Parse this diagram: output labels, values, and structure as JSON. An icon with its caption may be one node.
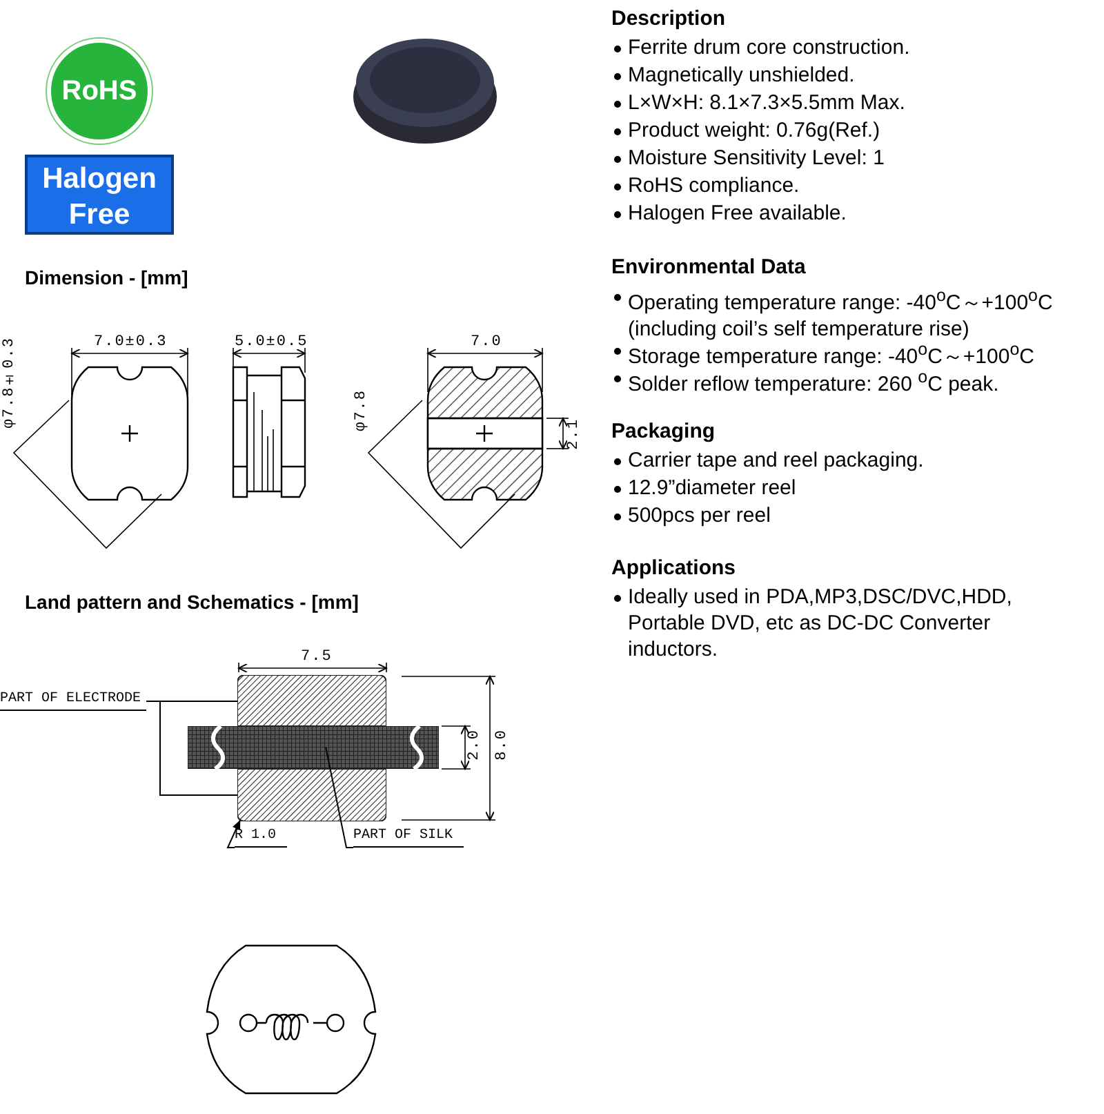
{
  "diagram": {
    "nodes": [
      {
        "text": [
          "RoHS"
        ]
      },
      {
        "text": [
          "Halogen Free"
        ]
      },
      {
        "text": [],
        "shape": "picture"
      },
      {
        "text": [
          "PART OF ELECTRODE"
        ]
      },
      {
        "text": [],
        "shape": "box"
      },
      {
        "text": [],
        "shape": "box"
      },
      {
        "text": [
          "PART OF SILK"
        ]
      },
      {
        "text": [],
        "shape": "bar"
      },
      {
        "text": [
          "R 1.0"
        ]
      }
    ],
    "edges": [
      {
        "from": 3,
        "to": 4,
        "arrow": "none"
      },
      {
        "from": 3,
        "to": 5,
        "arrow": "none"
      },
      {
        "from": 6,
        "to": 7,
        "arrow": "none"
      },
      {
        "from": 8,
        "to": 5,
        "arrow": "to"
      }
    ],
    "labels": [
      "Description",
      "Ferrite drum core construction.",
      "Magnetically unshielded.",
      "L×W×H: 8.1×7.3×5.5mm Max.",
      "Product weight: 0.76g(Ref.)",
      "Moisture Sensitivity Level: 1",
      "RoHS compliance.",
      "Halogen Free available.",
      "Dimension -  [mm]",
      "Environmental Data",
      "Operating temperature range: -40$^{o}$C～+100$^{o}$C (including coil’s self temperature rise)",
      "Storage temperature range: -40$^{o}$C～+100$^{o}$C",
      "Solder reflow temperature: 260 $^{o}$C peak.",
      "7.0±0.3",
      "φ7.8±0.3",
      "5.0±0.5",
      "7.0",
      "φ7.8",
      "2.1",
      "Packaging",
      "Carrier tape and reel packaging.",
      "12.9”diameter reel",
      "500pcs per reel",
      "Applications",
      "Ideally used in PDA,MP3,DSC/DVC,HDD, Portable DVD, etc as DC-DC Converter inductors.",
      "Land pattern and Schematics -  [mm]",
      "7.5",
      "2.0",
      "8.0"
    ]
  }
}
